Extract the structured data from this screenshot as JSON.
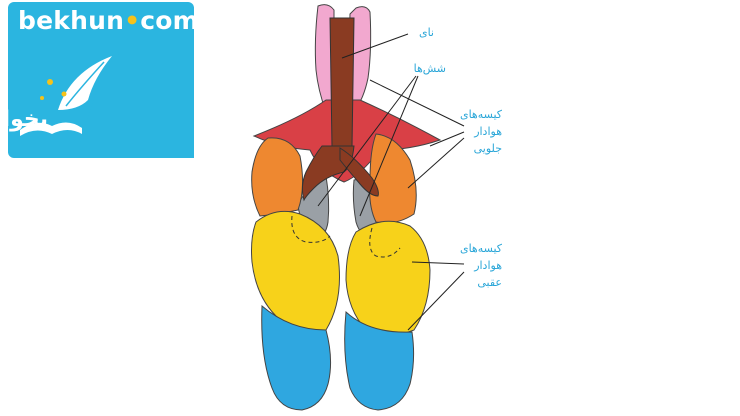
{
  "logo": {
    "brand": "bekhun",
    "dot": "•",
    "tld": "com",
    "wordmark": "بخوان"
  },
  "labels": {
    "trachea": "نای",
    "lungs": "شش‌ها",
    "anterior_air_sacs": [
      "کیسه‌های",
      "هوادار",
      "جلویی"
    ],
    "posterior_air_sacs": [
      "کیسه‌های",
      "هوادار",
      "عقبی"
    ]
  },
  "colors": {
    "logo_bg": "#2bb5e0",
    "trachea": "#8a3b22",
    "esophagus": "#f2a8cf",
    "anterior_air_sacs": "#ee8830",
    "posterior_air_sacs": "#f7d21a",
    "abdominal_sacs": "#2fa7e0",
    "lungs": "#9aa0a6",
    "heart_region": "#d94046",
    "label_text": "#2aa6d8"
  }
}
